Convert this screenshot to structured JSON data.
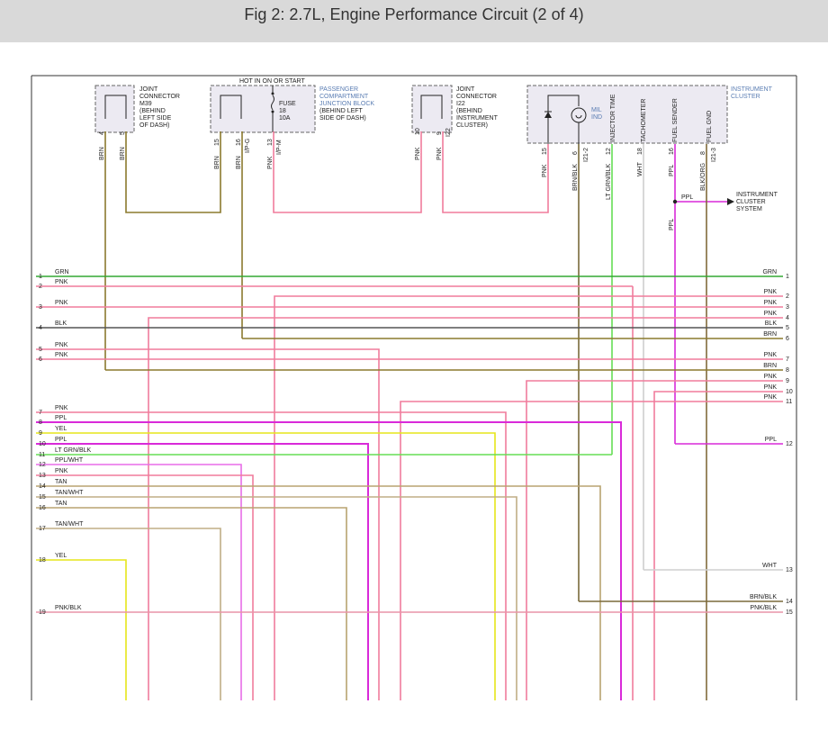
{
  "title": "Fig 2: 2.7L, Engine Performance Circuit (2 of 4)",
  "colors": {
    "BRN": "#8b7a2e",
    "GRN": "#33a833",
    "PNK": "#f07c9c",
    "BLK": "#555555",
    "PPL": "#d92ad9",
    "YEL": "#e6e61a",
    "LTGRN": "#66dd55",
    "TAN": "#b8a370",
    "WHT": "#cfcfcf",
    "PPLWHT": "#e86de8",
    "TANWHT": "#c0ae85",
    "BRNBLK": "#7a6a3a",
    "PNKBLK": "#e994a8",
    "BLKORG": "#806a3a"
  },
  "header_labels": {
    "hot": "HOT IN ON OR START",
    "fuse": [
      "FUSE",
      "18",
      "10A"
    ]
  },
  "components": {
    "m39": [
      "JOINT",
      "CONNECTOR",
      "M39",
      "(BEHIND",
      "LEFT SIDE",
      "OF DASH)"
    ],
    "pcjb": [
      "PASSENGER",
      "COMPARTMENT",
      "JUNCTION BLOCK",
      "(BEHIND LEFT",
      "SIDE OF DASH)"
    ],
    "i22": [
      "JOINT",
      "CONNECTOR",
      "I22",
      "(BEHIND",
      "INSTRUMENT",
      "CLUSTER)"
    ],
    "ic": [
      "INSTRUMENT",
      "CLUSTER"
    ],
    "mil": [
      "MIL",
      "IND"
    ],
    "ic_funcs": [
      "INJECTOR TIME",
      "TACHOMETER",
      "FUEL SENDER",
      "FUEL GND"
    ],
    "ics": [
      "INSTRUMENT",
      "CLUSTER",
      "SYSTEM"
    ]
  },
  "pins": [
    {
      "num": "4",
      "wire": "BRN"
    },
    {
      "num": "5",
      "wire": "BRN"
    },
    {
      "num": "15",
      "wire": "BRN"
    },
    {
      "num": "16",
      "wire": "BRN",
      "conn": "I/P-G"
    },
    {
      "num": "13",
      "wire": "PNK",
      "conn": "I/P-M"
    },
    {
      "num": "10",
      "wire": "PNK"
    },
    {
      "num": "9",
      "wire": "PNK",
      "conn": "I22"
    },
    {
      "num": "15",
      "wire": "PNK"
    },
    {
      "num": "6",
      "wire": "BRN/BLK",
      "conn": "I21-2"
    },
    {
      "num": "12",
      "wire": "LT GRN/BLK"
    },
    {
      "num": "18",
      "wire": "WHT"
    },
    {
      "num": "16",
      "wire": "PPL"
    },
    {
      "num": "8",
      "wire": "BLK/ORG",
      "conn": "I21-3"
    }
  ],
  "ppl_branch": "PPL",
  "left_rows": [
    {
      "n": "1",
      "label": "GRN"
    },
    {
      "n": "2",
      "label": "PNK"
    },
    {
      "n": "3",
      "label": "PNK"
    },
    {
      "n": "4",
      "label": "BLK"
    },
    {
      "n": "5",
      "label": "PNK"
    },
    {
      "n": "6",
      "label": "PNK"
    },
    {
      "n": "7",
      "label": "PNK"
    },
    {
      "n": "8",
      "label": "PPL"
    },
    {
      "n": "9",
      "label": "YEL"
    },
    {
      "n": "10",
      "label": "PPL"
    },
    {
      "n": "11",
      "label": "LT GRN/BLK"
    },
    {
      "n": "12",
      "label": "PPL/WHT"
    },
    {
      "n": "13",
      "label": "PNK"
    },
    {
      "n": "14",
      "label": "TAN"
    },
    {
      "n": "15",
      "label": "TAN/WHT"
    },
    {
      "n": "16",
      "label": "TAN"
    },
    {
      "n": "17",
      "label": "TAN/WHT"
    },
    {
      "n": "18",
      "label": "YEL"
    },
    {
      "n": "19",
      "label": "PNK/BLK"
    }
  ],
  "right_rows": [
    {
      "n": "1",
      "label": "GRN"
    },
    {
      "n": "2",
      "label": "PNK"
    },
    {
      "n": "3",
      "label": "PNK"
    },
    {
      "n": "4",
      "label": "PNK"
    },
    {
      "n": "5",
      "label": "BLK"
    },
    {
      "n": "6",
      "label": "BRN"
    },
    {
      "n": "7",
      "label": "PNK"
    },
    {
      "n": "8",
      "label": "BRN"
    },
    {
      "n": "9",
      "label": "PNK"
    },
    {
      "n": "10",
      "label": "PNK"
    },
    {
      "n": "11",
      "label": "PNK"
    },
    {
      "n": "12",
      "label": "PPL"
    },
    {
      "n": "13",
      "label": "WHT"
    },
    {
      "n": "14",
      "label": "BRN/BLK"
    },
    {
      "n": "15",
      "label": "PNK/BLK"
    }
  ]
}
